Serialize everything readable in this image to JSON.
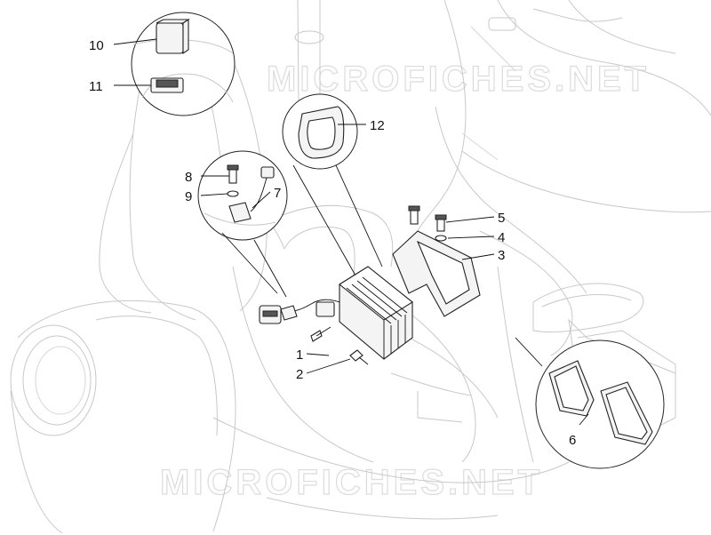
{
  "watermark": {
    "top": "MICROFICHES.NET",
    "bottom": "MICROFICHES.NET"
  },
  "callouts": [
    {
      "id": "1",
      "label": "1"
    },
    {
      "id": "2",
      "label": "2"
    },
    {
      "id": "3",
      "label": "3"
    },
    {
      "id": "4",
      "label": "4"
    },
    {
      "id": "5",
      "label": "5"
    },
    {
      "id": "6",
      "label": "6"
    },
    {
      "id": "7",
      "label": "7"
    },
    {
      "id": "8",
      "label": "8"
    },
    {
      "id": "9",
      "label": "9"
    },
    {
      "id": "10",
      "label": "10"
    },
    {
      "id": "11",
      "label": "11"
    },
    {
      "id": "12",
      "label": "12"
    }
  ]
}
